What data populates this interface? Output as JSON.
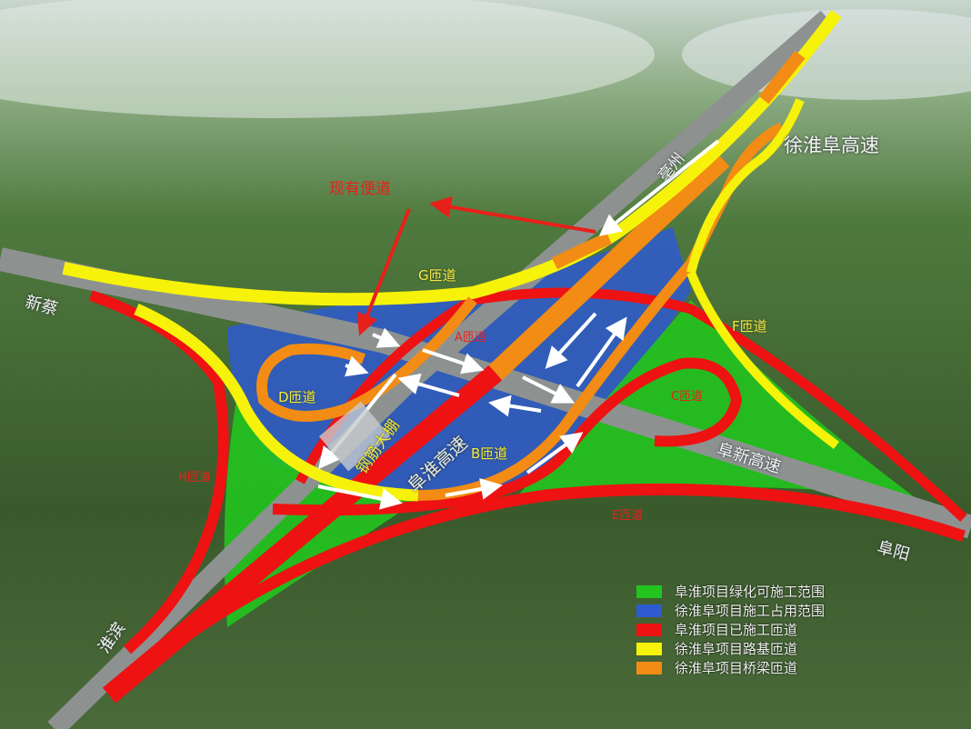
{
  "colors": {
    "greening": "#22c41e",
    "occupied": "#2e5bd0",
    "built_ramp": "#ee1212",
    "subgrade_ramp": "#f6f20a",
    "bridge_ramp": "#f28c14",
    "arrow": "#ffffff"
  },
  "labels": {
    "existing_road": "现有便道",
    "bozhou": "亳州",
    "xuhuaifu": "徐淮阜高速",
    "g_ramp": "G匝道",
    "f_ramp": "F匝道",
    "xincai": "新蔡",
    "d_ramp": "D匝道",
    "steel_shed": "钢筋大棚",
    "fuhuai": "阜淮高速",
    "b_ramp": "B匝道",
    "fuxin": "阜新高速",
    "fuyang": "阜阳",
    "huaibin": "淮滨",
    "h_ramp": "H匝道",
    "e_ramp": "E匝道",
    "a_ramp": "A匝道",
    "c_ramp": "C匝道"
  },
  "legend": [
    {
      "label": "阜淮项目绿化可施工范围",
      "color": "#22c41e"
    },
    {
      "label": "徐淮阜项目施工占用范围",
      "color": "#2e5bd0"
    },
    {
      "label": "阜淮项目已施工匝道",
      "color": "#ee1212"
    },
    {
      "label": "徐淮阜项目路基匝道",
      "color": "#f6f20a"
    },
    {
      "label": "徐淮阜项目桥梁匝道",
      "color": "#f28c14"
    }
  ]
}
